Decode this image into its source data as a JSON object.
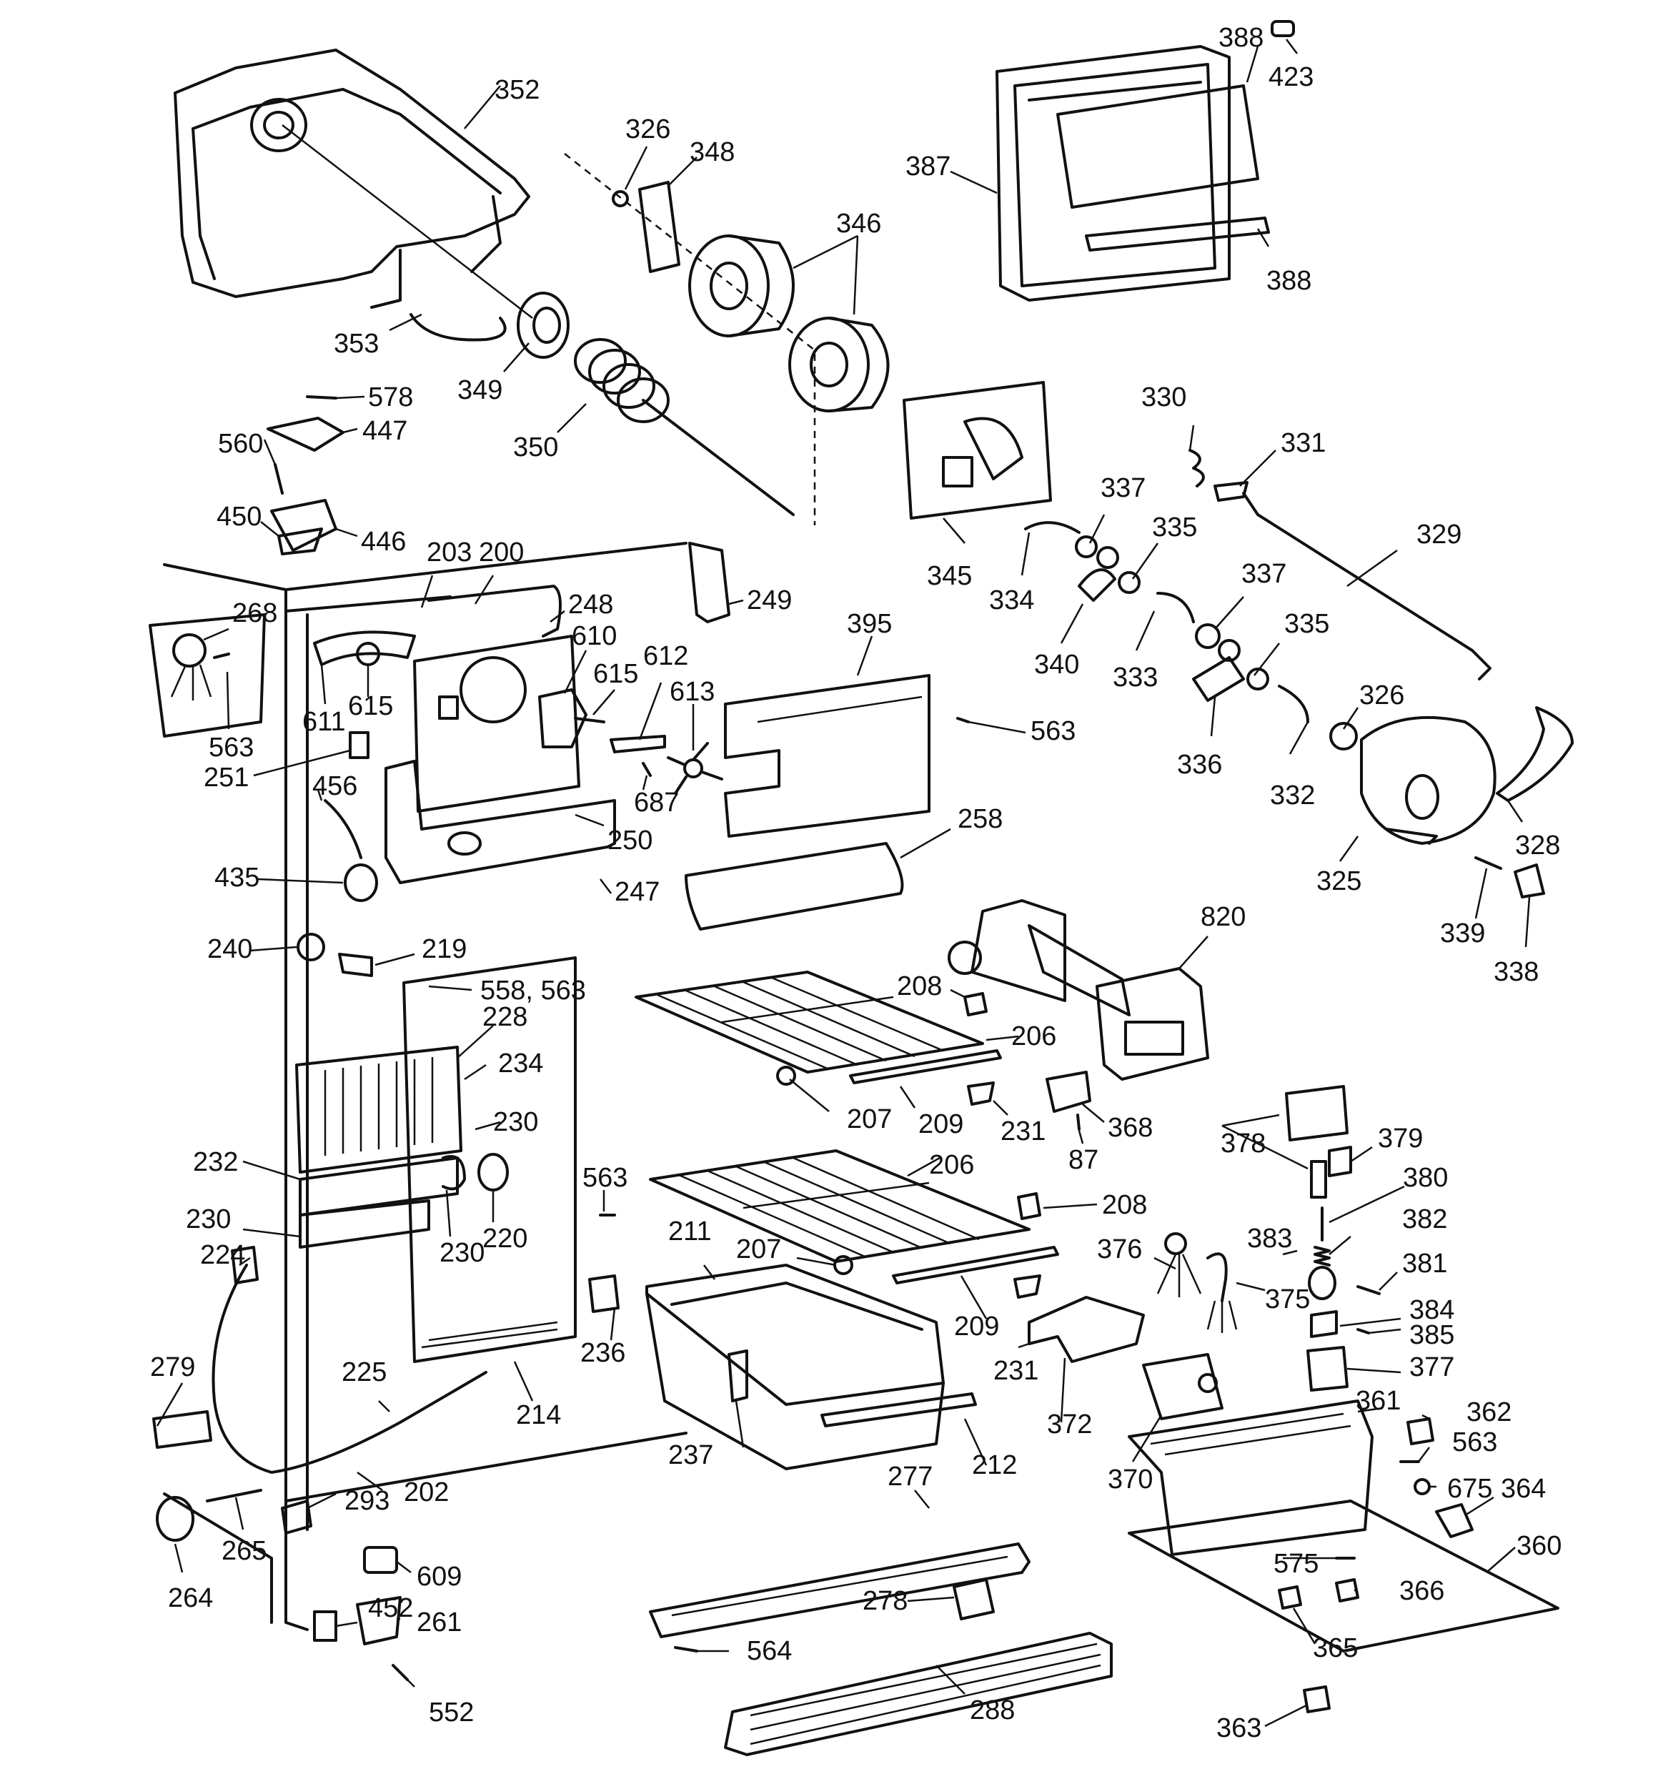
{
  "labels": {
    "l352": "352",
    "l353": "353",
    "l349": "349",
    "l350": "350",
    "l326a": "326",
    "l348": "348",
    "l346": "346",
    "l387": "387",
    "l388a": "388",
    "l388b": "388",
    "l423": "423",
    "l345": "345",
    "l330": "330",
    "l331": "331",
    "l329": "329",
    "l337a": "337",
    "l335a": "335",
    "l334": "334",
    "l340": "340",
    "l333": "333",
    "l337b": "337",
    "l335b": "335",
    "l336": "336",
    "l332": "332",
    "l326b": "326",
    "l325": "325",
    "l328": "328",
    "l339": "339",
    "l338": "338",
    "l578": "578",
    "l560": "560",
    "l447": "447",
    "l450": "450",
    "l446": "446",
    "l203": "203",
    "l200": "200",
    "l248": "248",
    "l249": "249",
    "l268": "268",
    "l563a": "563",
    "l611": "611",
    "l615a": "615",
    "l610": "610",
    "l615b": "615",
    "l612": "612",
    "l613": "613",
    "l395": "395",
    "l563b": "563",
    "l251": "251",
    "l456": "456",
    "l687": "687",
    "l250": "250",
    "l258": "258",
    "l435": "435",
    "l247": "247",
    "l820": "820",
    "l240": "240",
    "l219": "219",
    "l558": "558, 563",
    "l228": "228",
    "l208a": "208",
    "l206a": "206",
    "l234": "234",
    "l230a": "230",
    "l207a": "207",
    "l209a": "209",
    "l231a": "231",
    "l368": "368",
    "l87": "87",
    "l232": "232",
    "l563c": "563",
    "l220": "220",
    "l206b": "206",
    "l378": "378",
    "l379": "379",
    "l380": "380",
    "l230b": "230",
    "l230c": "230",
    "l208b": "208",
    "l224": "224",
    "l211": "211",
    "l207b": "207",
    "l376": "376",
    "l383": "383",
    "l382": "382",
    "l381": "381",
    "l375": "375",
    "l384": "384",
    "l385": "385",
    "l236": "236",
    "l209b": "209",
    "l377": "377",
    "l279": "279",
    "l225": "225",
    "l214": "214",
    "l231b": "231",
    "l361": "361",
    "l372": "372",
    "l237": "237",
    "l362": "362",
    "l563d": "563",
    "l212": "212",
    "l370": "370",
    "l202": "202",
    "l293": "293",
    "l277": "277",
    "l675": "675",
    "l364": "364",
    "l265": "265",
    "l360": "360",
    "l609": "609",
    "l264": "264",
    "l575": "575",
    "l278": "278",
    "l366": "366",
    "l452": "452",
    "l261": "261",
    "l564": "564",
    "l365": "365",
    "l552": "552",
    "l288": "288",
    "l363": "363"
  }
}
